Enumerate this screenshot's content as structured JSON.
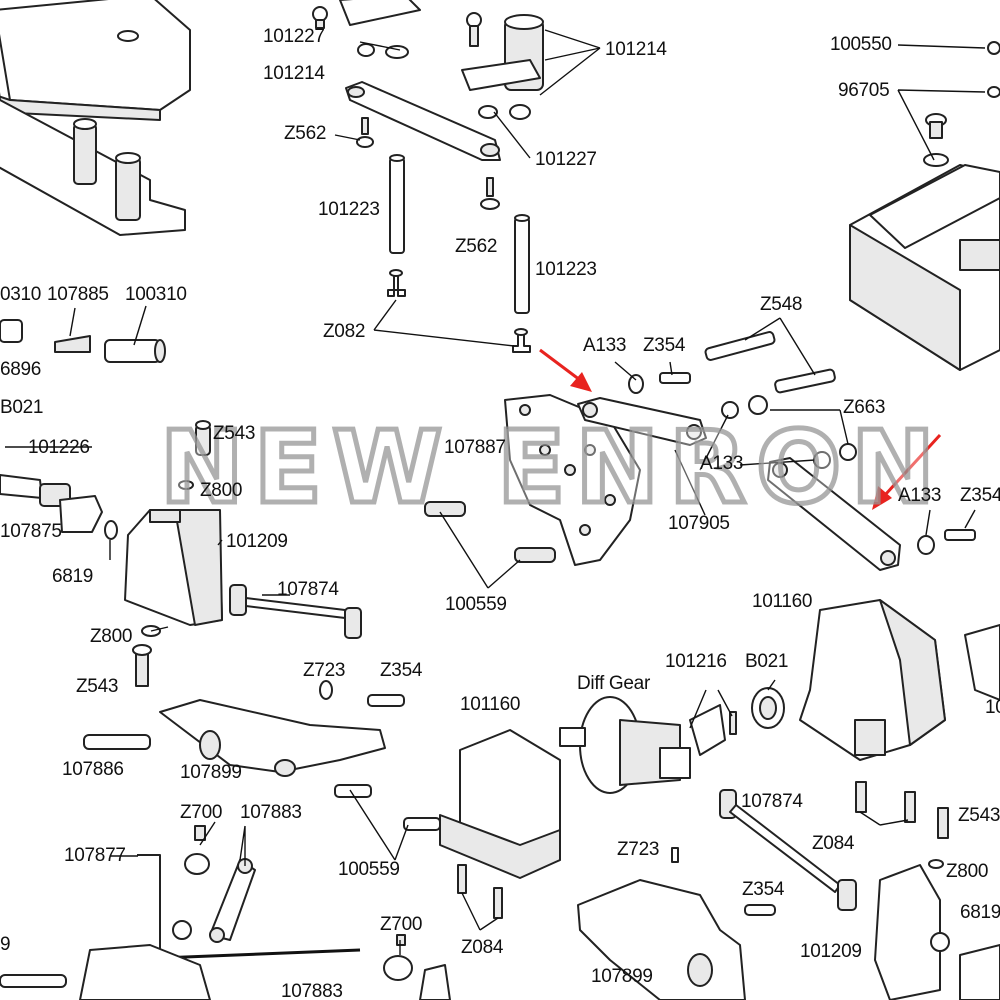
{
  "diagram": {
    "labels": [
      {
        "id": "l01",
        "text": "101227"
      },
      {
        "id": "l02",
        "text": "101214"
      },
      {
        "id": "l03",
        "text": "101214"
      },
      {
        "id": "l04",
        "text": "100550"
      },
      {
        "id": "l05",
        "text": "96705"
      },
      {
        "id": "l06",
        "text": "Z562"
      },
      {
        "id": "l07",
        "text": "101227"
      },
      {
        "id": "l08",
        "text": "101223"
      },
      {
        "id": "l09",
        "text": "Z562"
      },
      {
        "id": "l10",
        "text": "101223"
      },
      {
        "id": "l11",
        "text": "0310"
      },
      {
        "id": "l12",
        "text": "107885"
      },
      {
        "id": "l13",
        "text": "100310"
      },
      {
        "id": "l14",
        "text": "Z082"
      },
      {
        "id": "l15",
        "text": "Z548"
      },
      {
        "id": "l16",
        "text": "6896"
      },
      {
        "id": "l17",
        "text": "A133"
      },
      {
        "id": "l18",
        "text": "Z354"
      },
      {
        "id": "l19",
        "text": "B021"
      },
      {
        "id": "l20",
        "text": "Z663"
      },
      {
        "id": "l21",
        "text": "Z543"
      },
      {
        "id": "l22",
        "text": "101226"
      },
      {
        "id": "l23",
        "text": "107887"
      },
      {
        "id": "l24",
        "text": "A133"
      },
      {
        "id": "l25",
        "text": "Z800"
      },
      {
        "id": "l26",
        "text": "A133"
      },
      {
        "id": "l27",
        "text": "Z354"
      },
      {
        "id": "l28",
        "text": "107875"
      },
      {
        "id": "l29",
        "text": "107905"
      },
      {
        "id": "l30",
        "text": "101209"
      },
      {
        "id": "l31",
        "text": "6819"
      },
      {
        "id": "l32",
        "text": "107874"
      },
      {
        "id": "l33",
        "text": "100559"
      },
      {
        "id": "l34",
        "text": "101160"
      },
      {
        "id": "l35",
        "text": "Z800"
      },
      {
        "id": "l36",
        "text": "Z723"
      },
      {
        "id": "l37",
        "text": "Z354"
      },
      {
        "id": "l38",
        "text": "101216"
      },
      {
        "id": "l39",
        "text": "B021"
      },
      {
        "id": "l40",
        "text": "Diff Gear"
      },
      {
        "id": "l41",
        "text": "Z543"
      },
      {
        "id": "l42",
        "text": "101160"
      },
      {
        "id": "l43",
        "text": "10"
      },
      {
        "id": "l44",
        "text": "107886"
      },
      {
        "id": "l45",
        "text": "107899"
      },
      {
        "id": "l46",
        "text": "107874"
      },
      {
        "id": "l47",
        "text": "Z700"
      },
      {
        "id": "l48",
        "text": "107883"
      },
      {
        "id": "l49",
        "text": "Z543"
      },
      {
        "id": "l50",
        "text": "107877"
      },
      {
        "id": "l51",
        "text": "Z084"
      },
      {
        "id": "l52",
        "text": "Z723"
      },
      {
        "id": "l53",
        "text": "100559"
      },
      {
        "id": "l54",
        "text": "Z800"
      },
      {
        "id": "l55",
        "text": "Z354"
      },
      {
        "id": "l56",
        "text": "Z700"
      },
      {
        "id": "l57",
        "text": "6819"
      },
      {
        "id": "l58",
        "text": "9"
      },
      {
        "id": "l59",
        "text": "Z084"
      },
      {
        "id": "l60",
        "text": "101209"
      },
      {
        "id": "l61",
        "text": "107883"
      },
      {
        "id": "l62",
        "text": "107899"
      }
    ]
  },
  "watermark": {
    "text": "NEW ENRON"
  },
  "colors": {
    "arrow": "#e8231f",
    "line": "#111111"
  }
}
